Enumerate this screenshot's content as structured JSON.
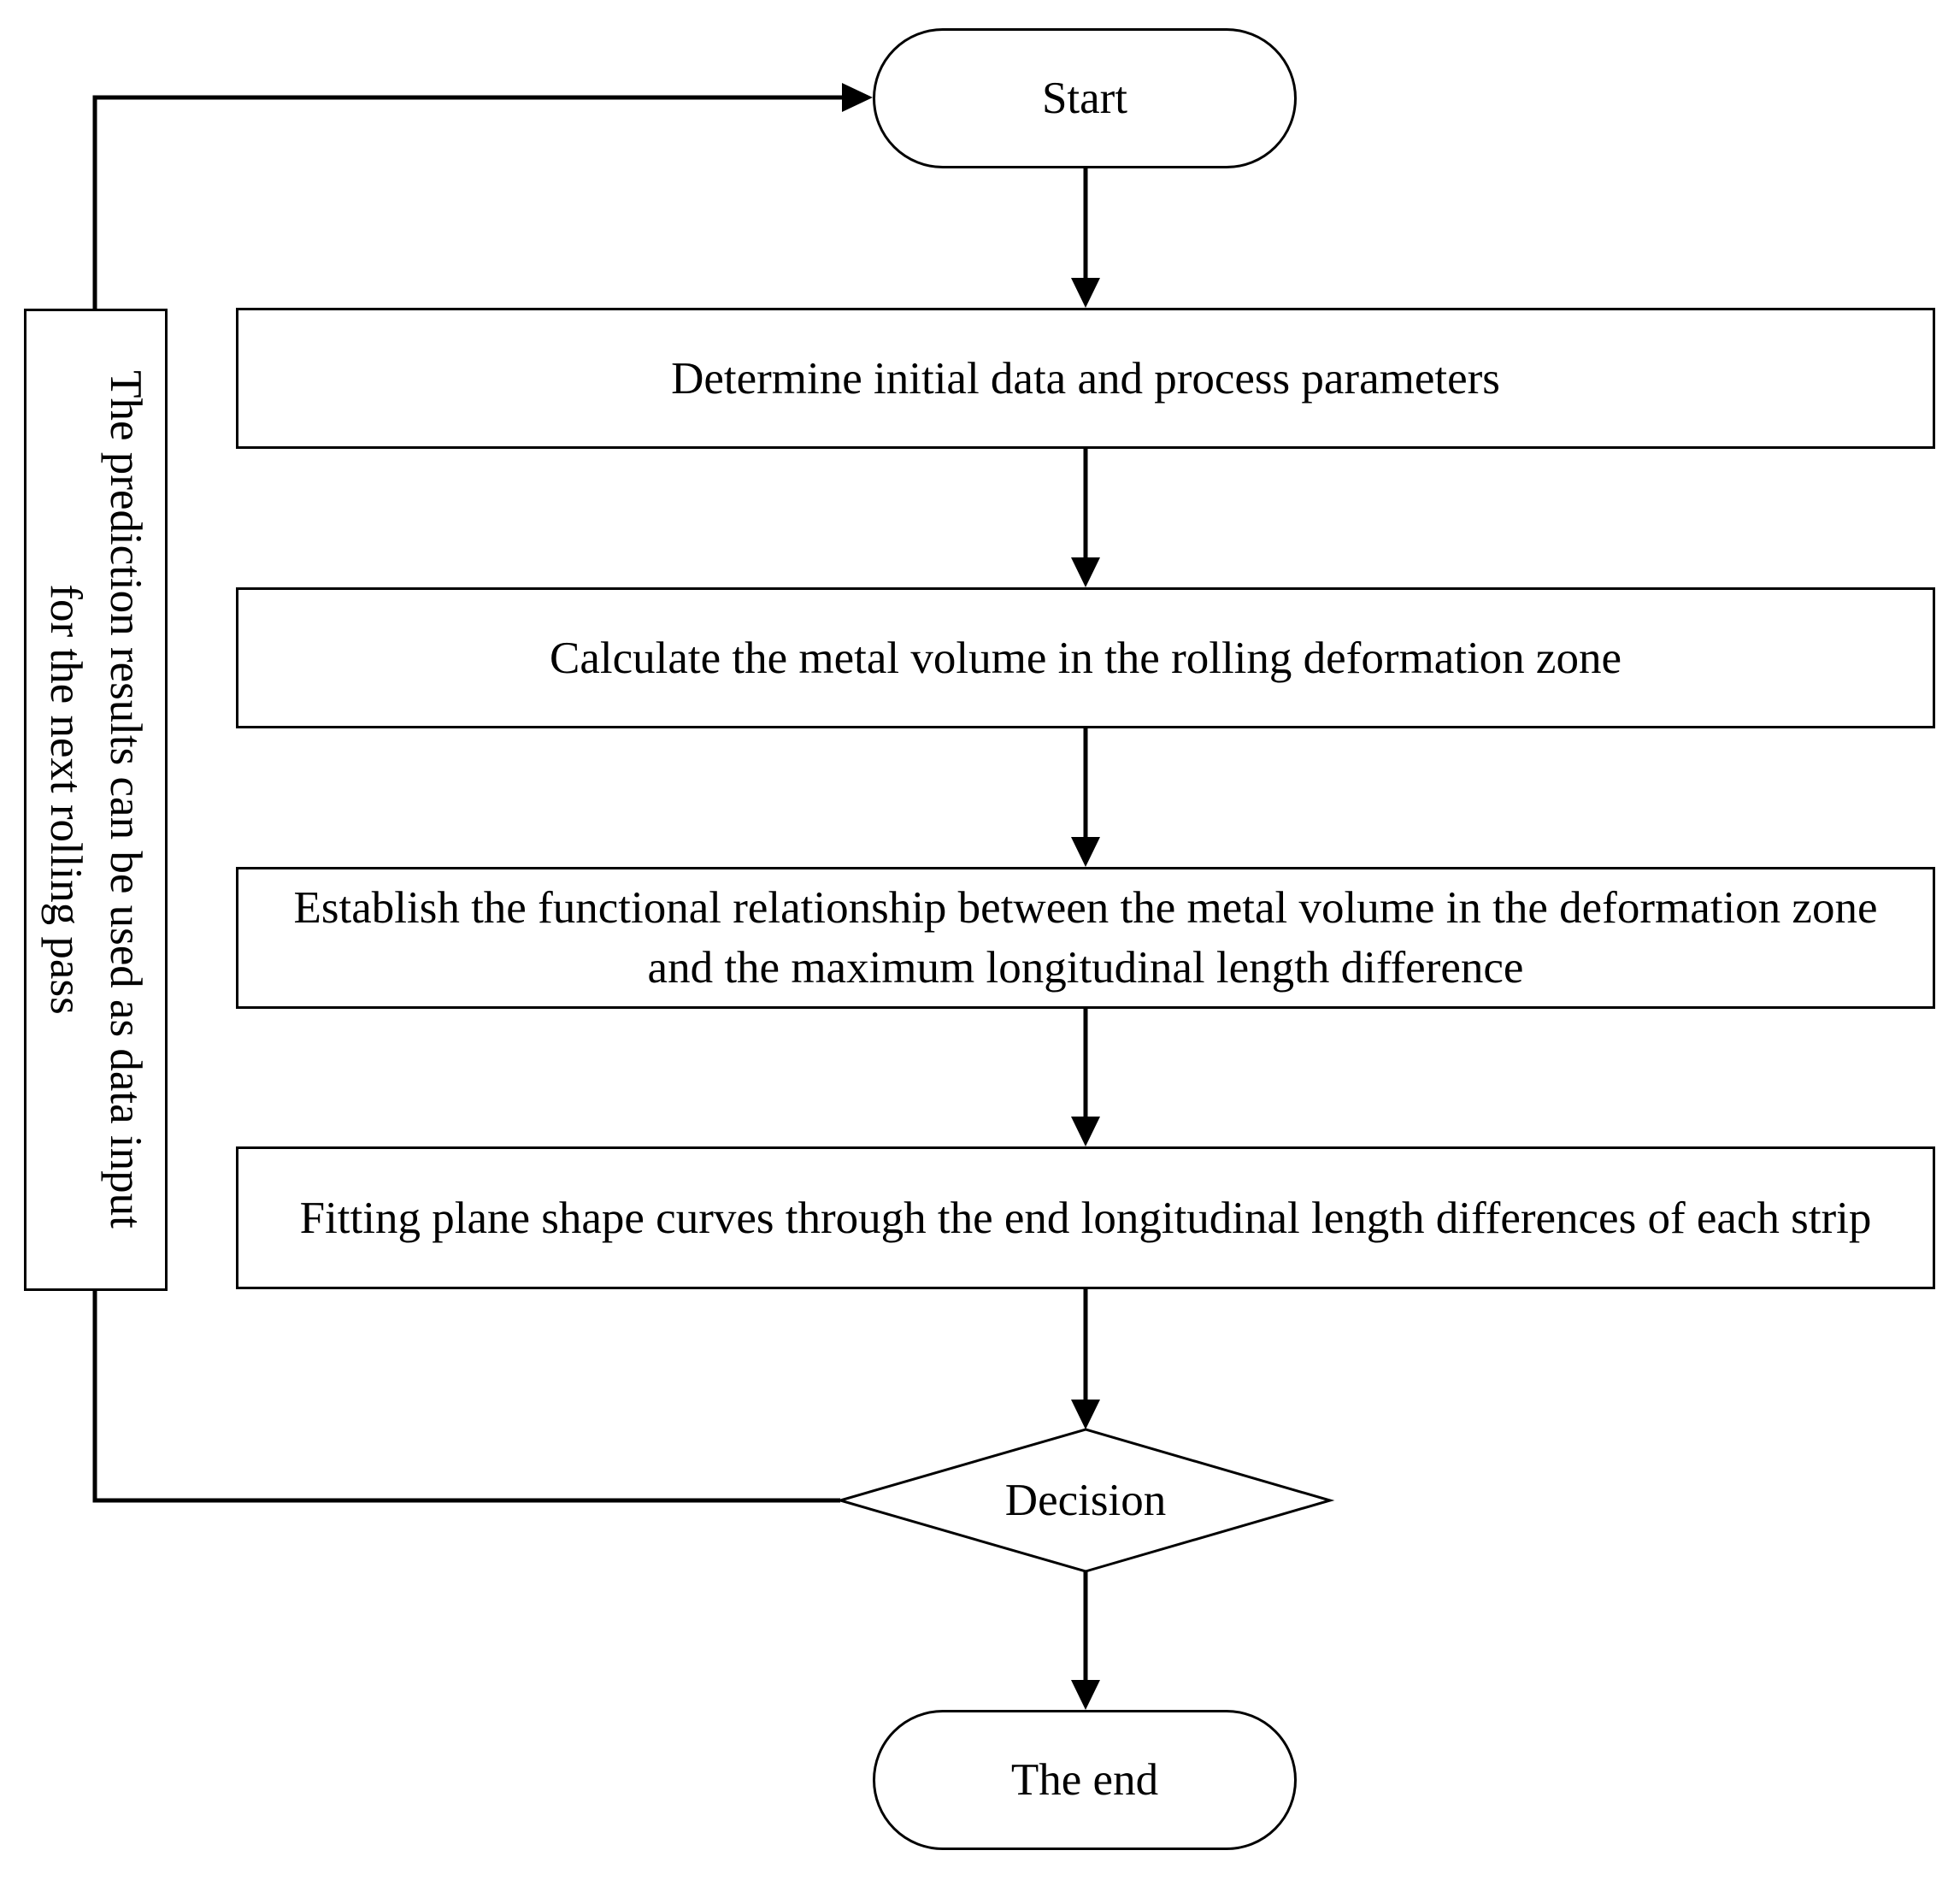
{
  "nodes": {
    "start": "Start",
    "step1": "Determine initial data and process parameters",
    "step2": "Calculate the metal volume in the rolling deformation zone",
    "step3": "Establish the functional relationship between the metal volume in the deformation zone and the maximum longitudinal length difference",
    "step4": "Fitting plane shape curves through the end longitudinal length differences of each strip",
    "decision": "Decision",
    "end": "The end"
  },
  "feedback": {
    "label": "The prediction results can be used as data input for the next rolling pass"
  },
  "colors": {
    "stroke": "#000000",
    "background": "#ffffff"
  }
}
